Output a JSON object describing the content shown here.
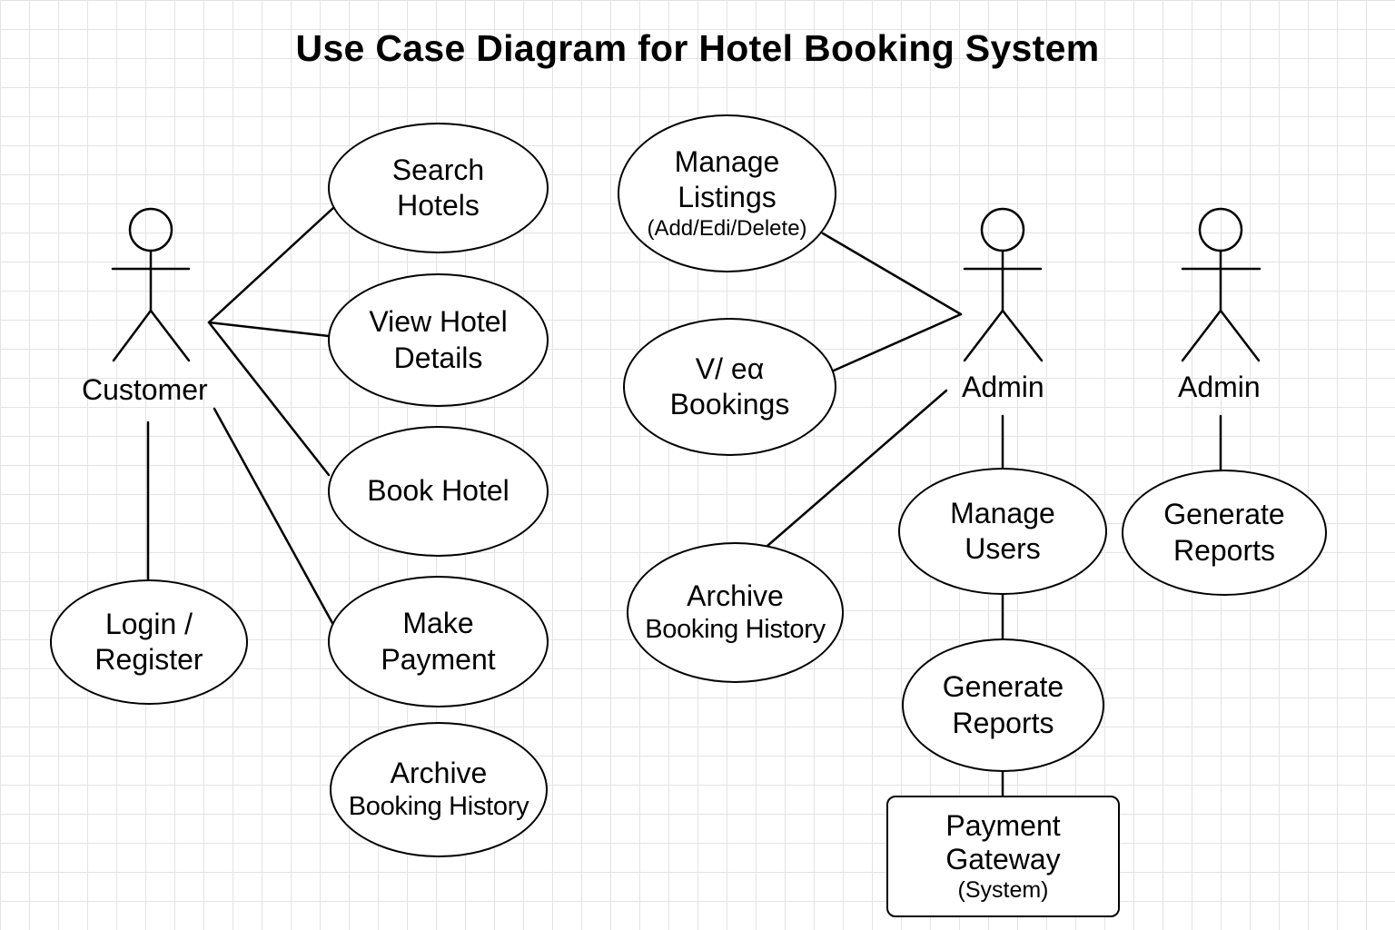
{
  "title": "Use Case Diagram for Hotel Booking System",
  "actors": {
    "customer": "Customer",
    "admin": "Admin",
    "admin_second": "Admin"
  },
  "use_cases": {
    "search_hotels": [
      "Search",
      "Hotels"
    ],
    "view_hotel_details": [
      "View Hotel",
      "Details"
    ],
    "book_hotel": [
      "Book Hotel"
    ],
    "make_payment": [
      "Make",
      "Payment"
    ],
    "archive_booking_history_customer": [
      "Archive",
      "Booking History"
    ],
    "login_register": [
      "Login /",
      "Register"
    ],
    "manage_listings": [
      "Manage",
      "Listings",
      "(Add/Edi/Delete)"
    ],
    "view_bookings": [
      "V/ eα",
      "Bookings"
    ],
    "archive_booking_history_admin": [
      "Archive",
      "Booking History"
    ],
    "manage_users": [
      "Manage",
      "Users"
    ],
    "generate_reports": [
      "Generate",
      "Reports"
    ],
    "generate_reports_second": [
      "Generate",
      "Reports"
    ]
  },
  "system": {
    "payment_gateway": [
      "Payment",
      "Gateway",
      "(System)"
    ]
  }
}
